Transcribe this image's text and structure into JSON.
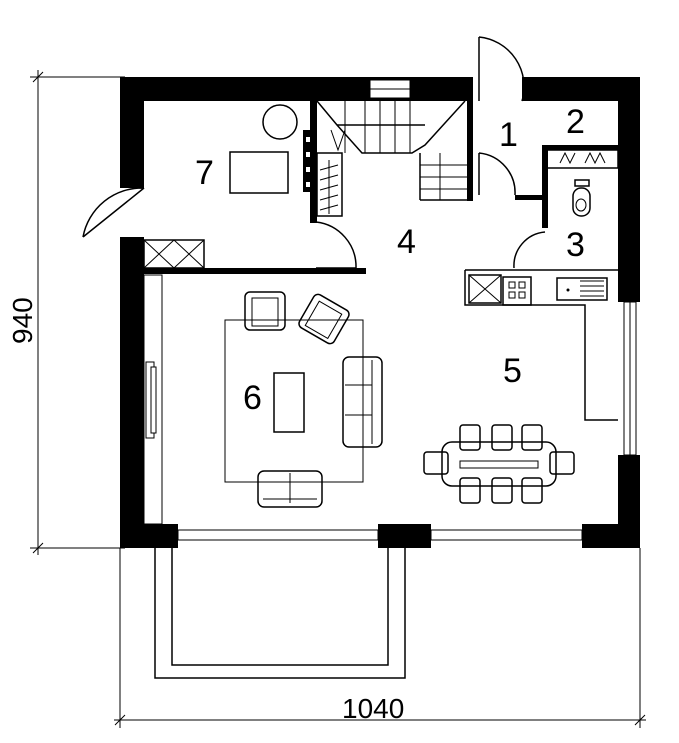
{
  "rooms": [
    {
      "number": "1"
    },
    {
      "number": "2"
    },
    {
      "number": "3"
    },
    {
      "number": "4"
    },
    {
      "number": "5"
    },
    {
      "number": "6"
    },
    {
      "number": "7"
    }
  ],
  "dimensions": {
    "height": "940",
    "width": "1040"
  },
  "colors": {
    "wall": "#000000",
    "background": "#ffffff"
  }
}
